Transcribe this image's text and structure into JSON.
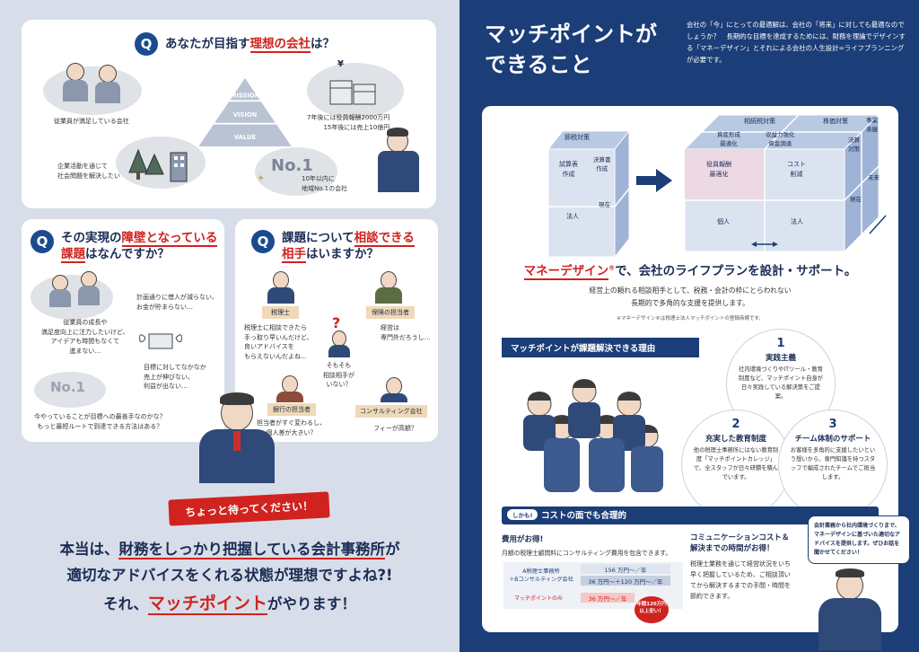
{
  "left": {
    "q1": {
      "badge": "Q",
      "title_pre": "あなたが目指す",
      "title_hl": "理想の会社",
      "title_post": "は？",
      "caption_employees": "従業員が満足している会社",
      "caption_society": "企業活動を通じて\n社会問題を解決したい",
      "caption_money": "7年後には役員報酬2000万円\n15年後には売上10億円",
      "caption_no1": "10年以内に\n地域No.1の会社",
      "no1_label": "No.1",
      "yen": "¥",
      "pyramid": [
        "MISSION",
        "VISION",
        "VALUE"
      ]
    },
    "q2": {
      "badge": "Q",
      "line1_pre": "その実現の",
      "line1_hl": "障壁となっている",
      "line2_hl": "課題",
      "line2_post": "はなんですか？",
      "caption_growth": "従業員の成長や\n満足度向上に注力したいけど、\nアイデアも時間もなくて\n進まない…",
      "caption_loan": "計画通りに借入が減らない、\nお金が貯まらない…",
      "caption_sales": "目標に対してなかなか\n売上が伸びない、\n利益が出ない…",
      "caption_route": "今やっていることが目標への最善手なのかな？\nもっと最短ルートで到達できる方法はある？",
      "no1_label": "No.1"
    },
    "q3": {
      "badge": "Q",
      "line1_pre": "課題について",
      "line1_hl": "相談できる",
      "line2_hl": "相手",
      "line2_post": "はいますか？",
      "label_tax": "税理士",
      "label_insurance": "保険の担当者",
      "label_bank": "銀行の担当者",
      "label_consult": "コンサルティング会社",
      "caption_tax": "税理士に相談できたら\n手っ取り早いんだけど、\n良いアドバイスを\nもらえないんだよね…",
      "caption_insurance": "経営は\n専門外だろうし…",
      "caption_center": "そもそも\n相談相手が\nいない？",
      "caption_bank": "担当者がすぐ変わるし、\n個人差が大きい？",
      "caption_consult": "フィーが高額？"
    },
    "wait_label": "ちょっと待ってください！",
    "bottom_line1_pre": "本当は、",
    "bottom_line1_hl": "財務をしっかり把握している会計事務所",
    "bottom_line1_post": "が",
    "bottom_line2": "適切なアドバイスをくれる状態が理想ですよね?!",
    "bottom_line3_pre": "それ、",
    "bottom_line3_hl": "マッチポイント",
    "bottom_line3_post": "がやります！"
  },
  "right": {
    "title_line1": "マッチポイントが",
    "title_line2": "できること",
    "intro": "会社の「今」にとっての最適解は、会社の「将来」に対しても最適なのでしょうか？　長期的な目標を達成するためには、財務を理論でデザインする「マネーデザイン」とそれによる会社の人生設計=ライフプランニングが必要です。",
    "small_cube": {
      "top": "節税対策",
      "front_top": "試算表\n作成",
      "side_top": "決算書\n作成",
      "front_bottom": "法人",
      "side_bottom": "現在"
    },
    "big_cube": {
      "top_left": "相続税対策",
      "top_right": "株価対策",
      "top_mid_left": "資産形成\n最適化",
      "top_mid_right": "収益力強化\n資金調達",
      "front_tl": "役員報酬\n最適化",
      "front_tr": "コスト\n削減",
      "front_bl": "個人",
      "front_br": "法人",
      "side_top": "事業\n承継",
      "side_mid": "決算\n対策",
      "side_future": "未来",
      "side_now": "現在"
    },
    "headline_hl": "マネーデザイン",
    "headline_reg": "®",
    "headline_post": "で、会社のライフプランを設計・サポート。",
    "sub1": "経営上の頼れる相談相手として、税務・会計の枠にとらわれない",
    "sub2": "長期的で多角的な支援を提供します。",
    "note": "※マネーデザイン®は税理士法人マッチポイントの登録商標です。",
    "reasons_bar": "マッチポイントが課題解決できる理由",
    "reasons": [
      {
        "num": "1",
        "title": "実践主義",
        "text": "社内環境づくりやITツール・教育制度など、マッチポイント自身が日々実践している解決策をご提案。"
      },
      {
        "num": "2",
        "title": "充実した教育制度",
        "text": "他の税理士事務所にはない教育制度「マッチポイントカレッジ」で、全スタッフが日々研鑽を積んでいます。"
      },
      {
        "num": "3",
        "title": "チーム体制のサポート",
        "text": "お客様を多角的に支援したいという想いから、専門知識を持つスタッフで編成されたチームでご担当します。"
      }
    ],
    "cost_badge": "しかも!",
    "cost_bar": "コストの面でも合理的",
    "cost_title": "費用がお得!",
    "cost_desc": "月額の税理士顧問料にコンサルティング費用を包含できます。",
    "cost_row1_label": "A税理士事務所\n＋Bコンサルティング会社",
    "cost_row1_a": "156 万円〜／年",
    "cost_row1_b": "36 万円〜＋120 万円〜／年",
    "cost_row2_label": "マッチポイントのみ",
    "cost_row2_value": "36 万円〜／年",
    "cost_badge_savings": "年間120万円\n以上安い！",
    "comm_title": "コミュニケーションコスト＆\n解決までの時間がお得！",
    "comm_text": "税理士業務を通じて経営状況をいち早く把握しているため、ご相談頂いてから解決するまでの手間・時間を節約できます。",
    "speech": "会計業務から社内環境づくりまで、マネーデザインに基づいた適切なアドバイスを提供します。ぜひお話を聞かせてください！"
  }
}
